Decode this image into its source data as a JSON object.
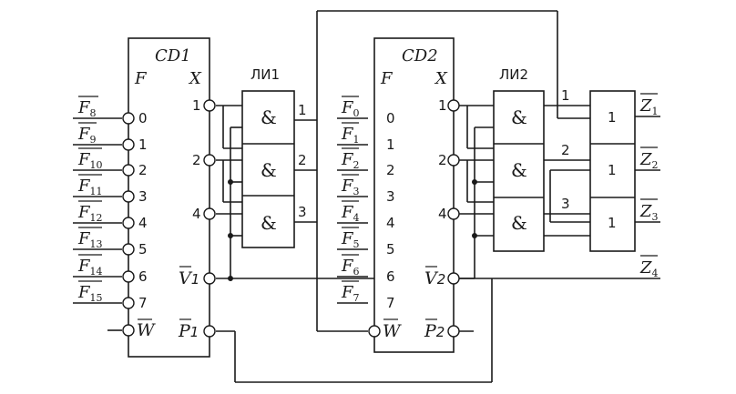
{
  "cd1": {
    "title": "CD1",
    "in_header": "F",
    "out_header": "X",
    "inputs": [
      {
        "pin": "0",
        "var": "F",
        "idx": "8"
      },
      {
        "pin": "1",
        "var": "F",
        "idx": "9"
      },
      {
        "pin": "2",
        "var": "F",
        "idx": "10"
      },
      {
        "pin": "3",
        "var": "F",
        "idx": "11"
      },
      {
        "pin": "4",
        "var": "F",
        "idx": "12"
      },
      {
        "pin": "5",
        "var": "F",
        "idx": "13"
      },
      {
        "pin": "6",
        "var": "F",
        "idx": "14"
      },
      {
        "pin": "7",
        "var": "F",
        "idx": "15"
      }
    ],
    "outputs": [
      "1",
      "2",
      "4"
    ],
    "v_out": {
      "letter": "V",
      "num": "1"
    },
    "w_in": "W",
    "p_out": {
      "letter": "P",
      "num": "1"
    }
  },
  "cd2": {
    "title": "CD2",
    "in_header": "F",
    "out_header": "X",
    "inputs": [
      {
        "pin": "0",
        "var": "F",
        "idx": "0"
      },
      {
        "pin": "1",
        "var": "F",
        "idx": "1"
      },
      {
        "pin": "2",
        "var": "F",
        "idx": "2"
      },
      {
        "pin": "3",
        "var": "F",
        "idx": "3"
      },
      {
        "pin": "4",
        "var": "F",
        "idx": "4"
      },
      {
        "pin": "5",
        "var": "F",
        "idx": "5"
      },
      {
        "pin": "6",
        "var": "F",
        "idx": "6"
      },
      {
        "pin": "7",
        "var": "F",
        "idx": "7"
      }
    ],
    "outputs": [
      "1",
      "2",
      "4"
    ],
    "v_out": {
      "letter": "V",
      "num": "2"
    },
    "w_in": "W",
    "p_out": {
      "letter": "P",
      "num": "2"
    }
  },
  "li1": {
    "title": "ЛИ1",
    "gate": "&",
    "outputs": [
      "1",
      "2",
      "3"
    ]
  },
  "li2": {
    "title": "ЛИ2",
    "gate": "&",
    "outputs": [
      "1",
      "2",
      "3"
    ]
  },
  "or_block": {
    "gate": "1"
  },
  "z_outputs": [
    {
      "var": "Z",
      "idx": "1"
    },
    {
      "var": "Z",
      "idx": "2"
    },
    {
      "var": "Z",
      "idx": "3"
    },
    {
      "var": "Z",
      "idx": "4"
    }
  ]
}
